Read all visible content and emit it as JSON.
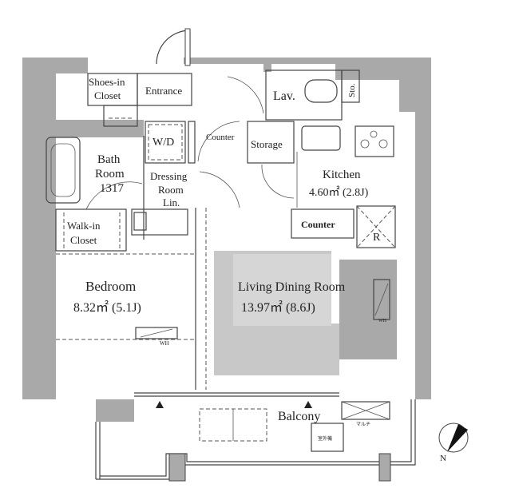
{
  "rooms": {
    "shoes_closet": [
      "Shoes-in",
      "Closet"
    ],
    "entrance": "Entrance",
    "lav": "Lav.",
    "sto": "Sto.",
    "wd": "W/D",
    "counter_small": "Counter",
    "storage": "Storage",
    "bath": [
      "Bath",
      "Room",
      "1317"
    ],
    "dressing": [
      "Dressing",
      "Room",
      "Lin."
    ],
    "kitchen": [
      "Kitchen",
      "4.60㎡ (2.8J)"
    ],
    "kitchen_counter": "Counter",
    "fridge": "R",
    "walkin": [
      "Walk-in",
      "Closet"
    ],
    "bedroom": [
      "Bedroom",
      "8.32㎡ (5.1J)"
    ],
    "bedroom_wh": "WH",
    "ldk": [
      "Living Dining Room",
      "13.97㎡ (8.6J)"
    ],
    "ldk_wh": "WH",
    "balcony": "Balcony",
    "multi": "マルチ",
    "outdoor_unit": "室外機"
  },
  "compass": {
    "label": "N"
  },
  "colors": {
    "wall": "#a9a9a9",
    "ldk_fill": "#c8c8c8",
    "line": "#444444"
  }
}
